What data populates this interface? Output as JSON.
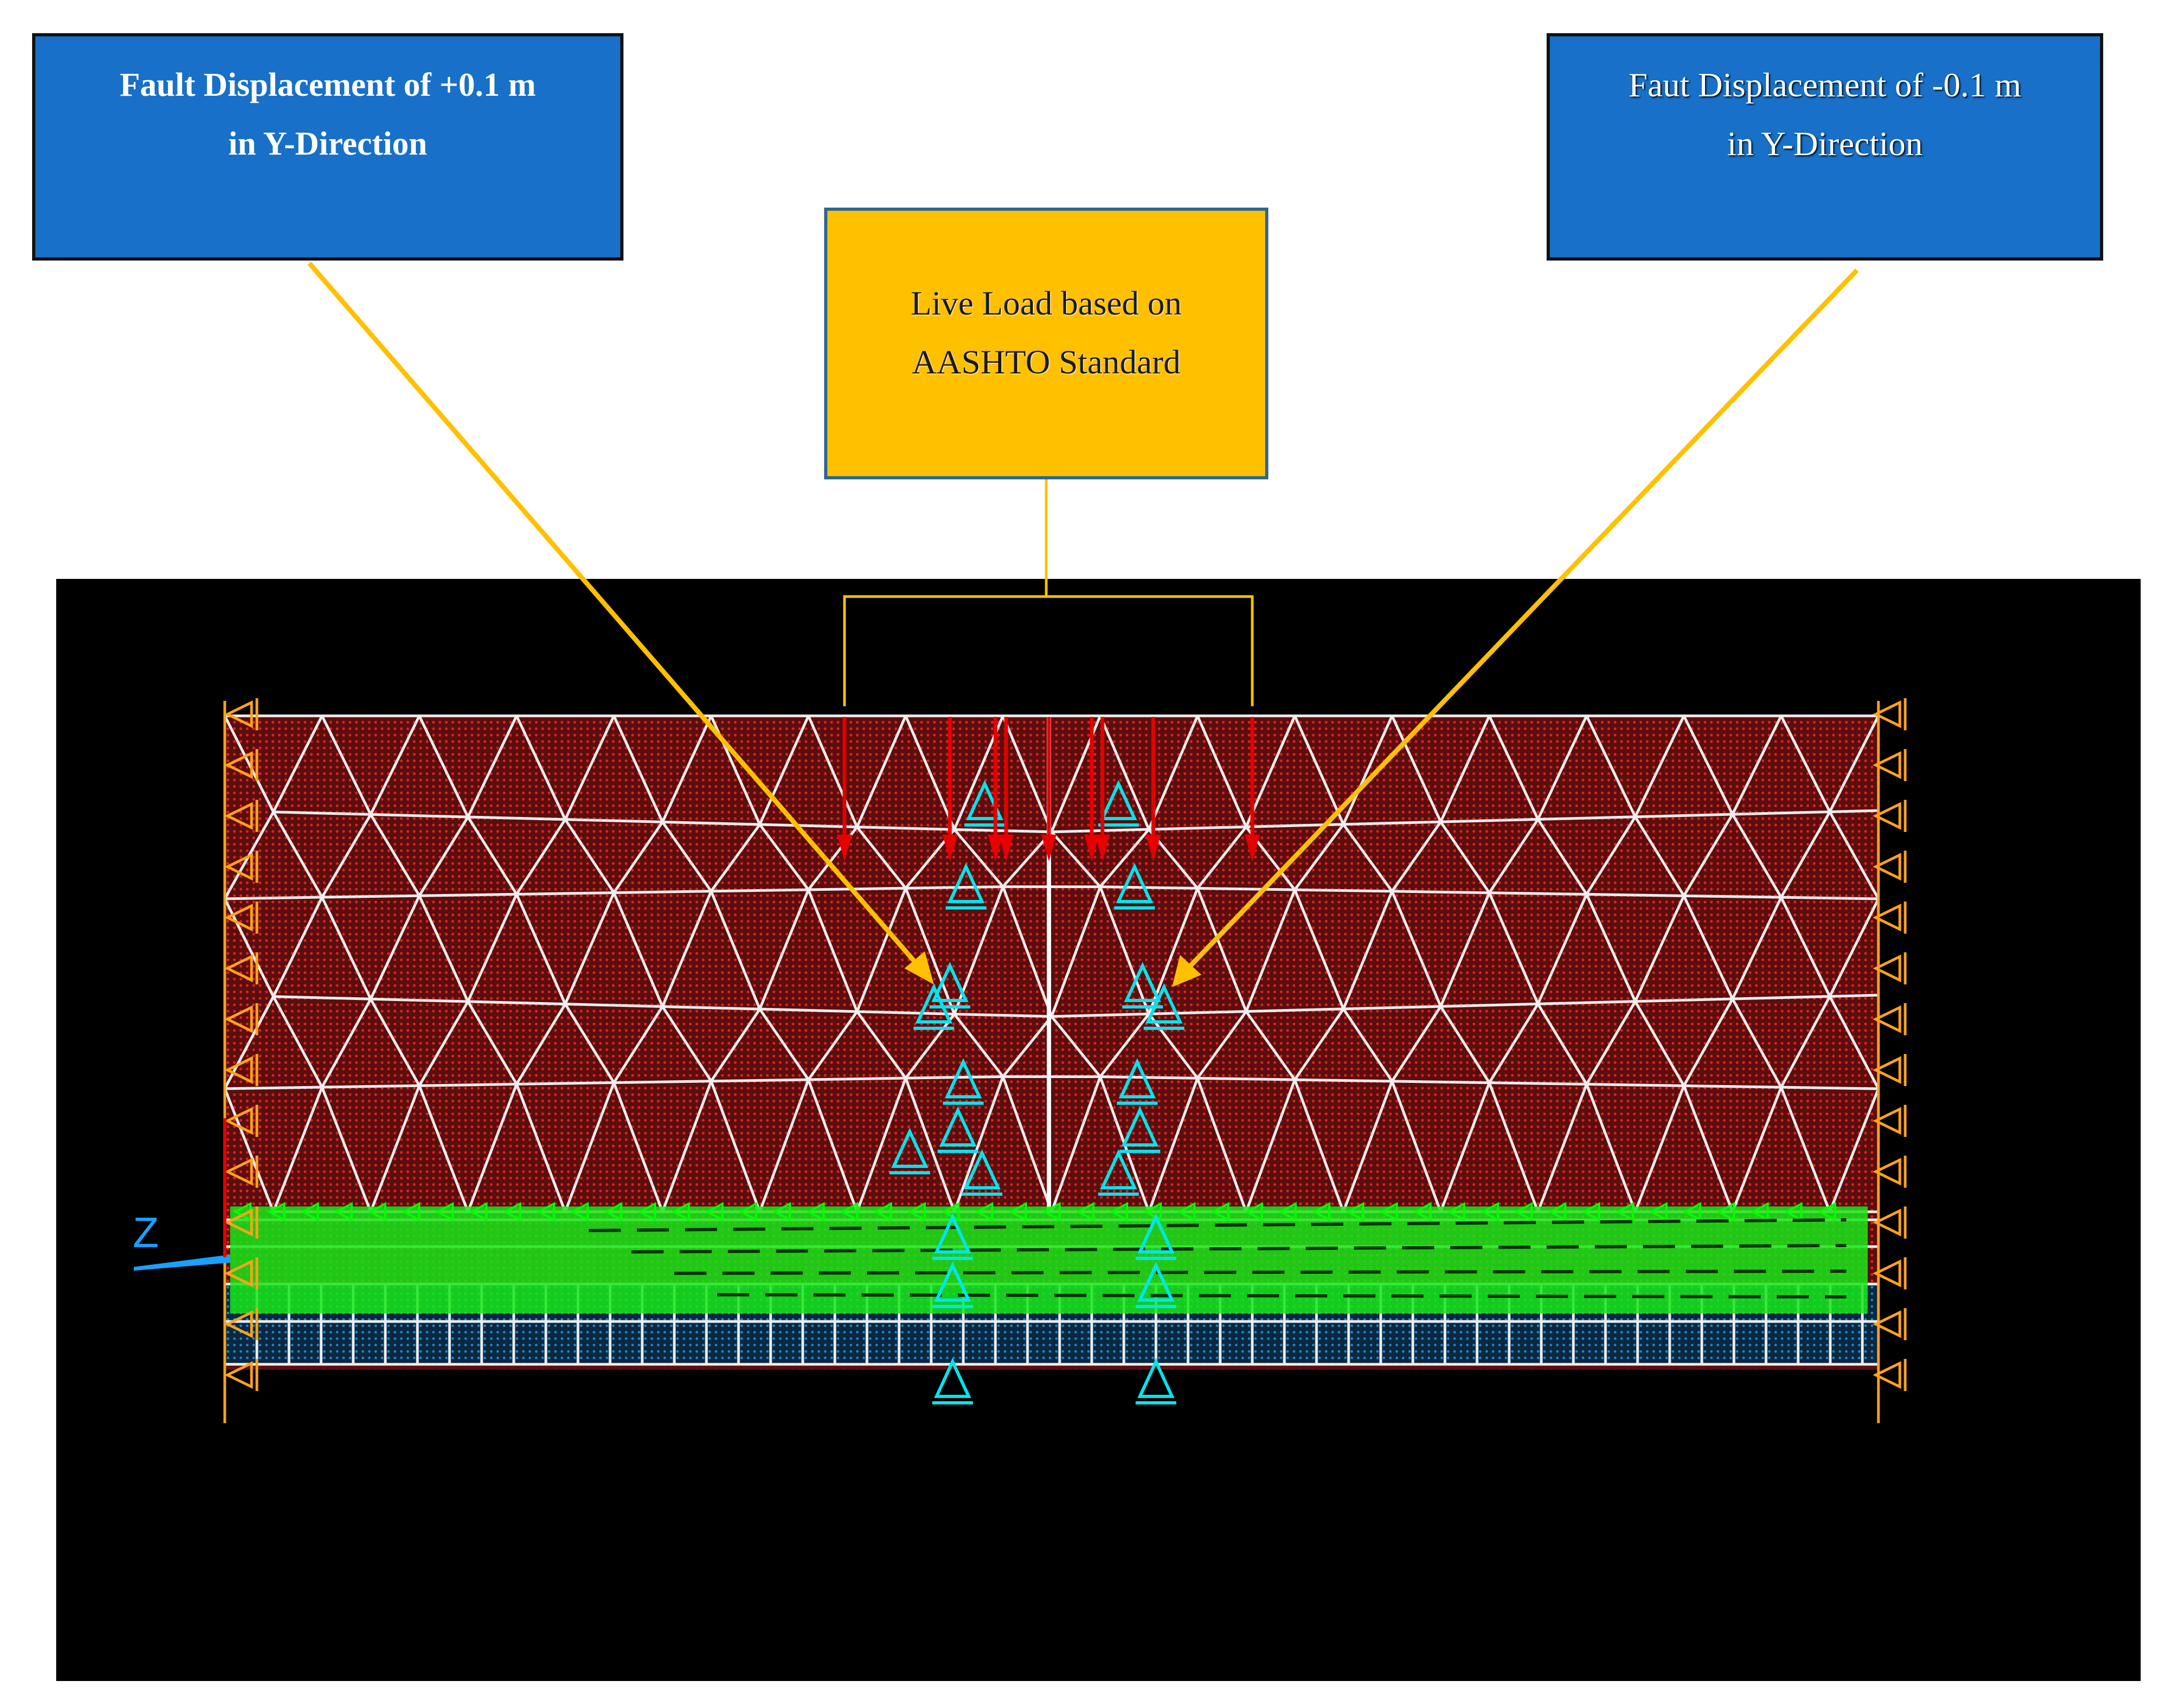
{
  "callouts": {
    "left": {
      "line1": "Fault Displacement of +0.1 m",
      "line2": "in Y-Direction"
    },
    "center": {
      "line1": "Live Load based on",
      "line2": "AASHTO Standard"
    },
    "right": {
      "line1": "Faut Displacement of -0.1 m",
      "line2": "in Y-Direction"
    }
  },
  "model_view": {
    "axis_label": "Z",
    "colors": {
      "background": "#000000",
      "mesh": "#ffffff",
      "soil_fill": "#5a0e0e",
      "soil_dots": "#e02020",
      "live_load_arrows": "#e60000",
      "fault_supports": "#00e5ee",
      "boundary_supports": "#ffa31a",
      "springs": "#00ff00",
      "leader_lines": "#ffc000",
      "base_fill": "#0a3a55"
    }
  }
}
